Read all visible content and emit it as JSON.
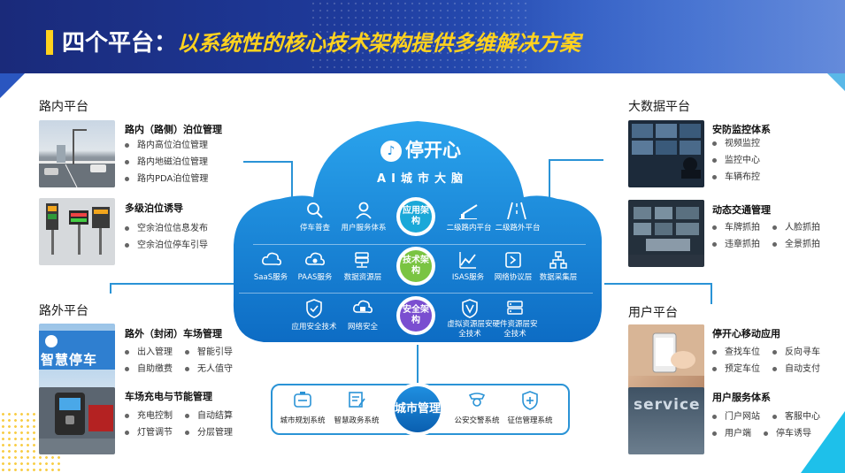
{
  "header": {
    "title": "四个平台",
    "colon": "：",
    "subtitle": "以系统性的核心技术架构提供多维解决方案"
  },
  "left_top": {
    "section": "路内平台",
    "cards": [
      {
        "title": "路内（路侧）泊位管理",
        "items": [
          "路内高位泊位管理",
          "路内地磁泊位管理",
          "路内PDA泊位管理"
        ]
      },
      {
        "title": "多级泊位诱导",
        "items": [
          "空余泊位信息发布",
          "空余泊位停车引导"
        ]
      }
    ]
  },
  "left_bottom": {
    "section": "路外平台",
    "cards": [
      {
        "title": "路外（封闭）车场管理",
        "items": [
          [
            "出入管理",
            "智能引导"
          ],
          [
            "自助缴费",
            "无人值守"
          ]
        ]
      },
      {
        "title": "车场充电与节能管理",
        "items": [
          [
            "充电控制",
            "自动结算"
          ],
          [
            "灯管调节",
            "分层管理"
          ]
        ]
      }
    ],
    "photo_sign": "智慧停车"
  },
  "right_top": {
    "section": "大数据平台",
    "cards": [
      {
        "title": "安防监控体系",
        "items": [
          "视频监控",
          "监控中心",
          "车辆布控"
        ]
      },
      {
        "title": "动态交通管理",
        "items": [
          [
            "车牌抓拍",
            "人脸抓拍"
          ],
          [
            "违章抓拍",
            "全景抓拍"
          ]
        ]
      }
    ]
  },
  "right_bottom": {
    "section": "用户平台",
    "cards": [
      {
        "title": "停开心移动应用",
        "items": [
          [
            "查找车位",
            "反向寻车"
          ],
          [
            "预定车位",
            "自动支付"
          ]
        ]
      },
      {
        "title": "用户服务体系",
        "items": [
          [
            "门户网站",
            "客服中心"
          ],
          [
            "用户端",
            "停车诱导"
          ]
        ]
      }
    ],
    "photo_sign": "service"
  },
  "cloud": {
    "logo": "停开心",
    "brain": "AI城市大脑",
    "layers": [
      {
        "badge": "应用架构",
        "color": "#1aa8d8",
        "items": [
          {
            "icon": "search-icon",
            "label": "停车普查"
          },
          {
            "icon": "user-icon",
            "label": "用户服务体系"
          },
          {
            "icon": "barrier-icon",
            "label": "二级路内平台"
          },
          {
            "icon": "road-icon",
            "label": "二级路外平台"
          }
        ]
      },
      {
        "badge": "技术架构",
        "color": "#7ac442",
        "items": [
          {
            "icon": "cloud-icon",
            "label": "SaaS服务"
          },
          {
            "icon": "cloud-gear-icon",
            "label": "PAAS服务"
          },
          {
            "icon": "database-icon",
            "label": "数据资源层"
          },
          {
            "icon": "chart-icon",
            "label": "ISAS服务"
          },
          {
            "icon": "protocol-icon",
            "label": "网络协议层"
          },
          {
            "icon": "network-icon",
            "label": "数据采集层"
          }
        ]
      },
      {
        "badge": "安全架构",
        "color": "#7a4ed0",
        "items": [
          {
            "icon": "shield-check-icon",
            "label": "应用安全技术"
          },
          {
            "icon": "network-security-icon",
            "label": "网络安全"
          },
          {
            "icon": "virtual-shield-icon",
            "label": "虚拟资源层安全技术"
          },
          {
            "icon": "hardware-icon",
            "label": "硬件资源层安全技术"
          }
        ]
      }
    ]
  },
  "city_management": {
    "badge": "城市管理",
    "items": [
      {
        "icon": "city-plan-icon",
        "label": "城市规划系统"
      },
      {
        "icon": "government-icon",
        "label": "智慧政务系统"
      },
      {
        "icon": "police-icon",
        "label": "公安交警系统"
      },
      {
        "icon": "credit-icon",
        "label": "征信管理系统"
      }
    ]
  },
  "colors": {
    "accent": "#ffd21e",
    "cloud": "#1f8fe0",
    "line": "#2a93d6"
  }
}
